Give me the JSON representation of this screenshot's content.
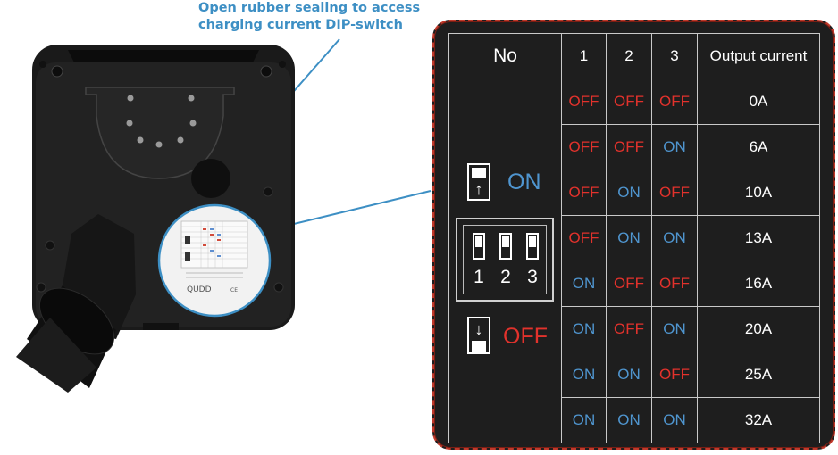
{
  "callout": {
    "line1": "Open rubber sealing to access",
    "line2": "charging current DIP-switch"
  },
  "device": {
    "logo_text": "QUDD"
  },
  "legend": {
    "on_label": "ON",
    "off_label": "OFF",
    "switch_numbers": [
      "1",
      "2",
      "3"
    ]
  },
  "table": {
    "headers": [
      "No",
      "1",
      "2",
      "3",
      "Output current"
    ],
    "rows": [
      {
        "s1": "OFF",
        "s2": "OFF",
        "s3": "OFF",
        "current": "0A"
      },
      {
        "s1": "OFF",
        "s2": "OFF",
        "s3": "ON",
        "current": "6A"
      },
      {
        "s1": "OFF",
        "s2": "ON",
        "s3": "OFF",
        "current": "10A"
      },
      {
        "s1": "OFF",
        "s2": "ON",
        "s3": "ON",
        "current": "13A"
      },
      {
        "s1": "ON",
        "s2": "OFF",
        "s3": "OFF",
        "current": "16A"
      },
      {
        "s1": "ON",
        "s2": "OFF",
        "s3": "ON",
        "current": "20A"
      },
      {
        "s1": "ON",
        "s2": "ON",
        "s3": "OFF",
        "current": "25A"
      },
      {
        "s1": "ON",
        "s2": "ON",
        "s3": "ON",
        "current": "32A"
      }
    ]
  },
  "colors": {
    "on": "#4f95cf",
    "off": "#e2322c",
    "callout": "#3d8fc4",
    "panel_border": "#c0392b",
    "panel_bg": "#1e1e1e"
  }
}
